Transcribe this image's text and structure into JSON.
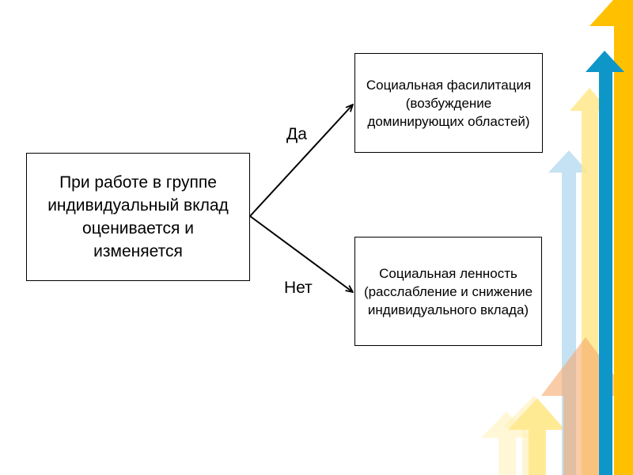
{
  "diagram": {
    "source_box": "При работе в группе индивидуальный вклад оценивается и изменяется",
    "yes_label": "Да",
    "no_label": "Нет",
    "yes_box": "Социальная фасилитация (возбуждение доминирующих областей)",
    "no_box": "Социальная ленность (расслабление и снижение индивидуального вклада)"
  },
  "colors": {
    "yellow": "#FFC000",
    "blue": "#0E96C8",
    "light_yellow": "#FFE88A",
    "light_blue": "#BBDDF2",
    "orange": "#F5A86A"
  }
}
